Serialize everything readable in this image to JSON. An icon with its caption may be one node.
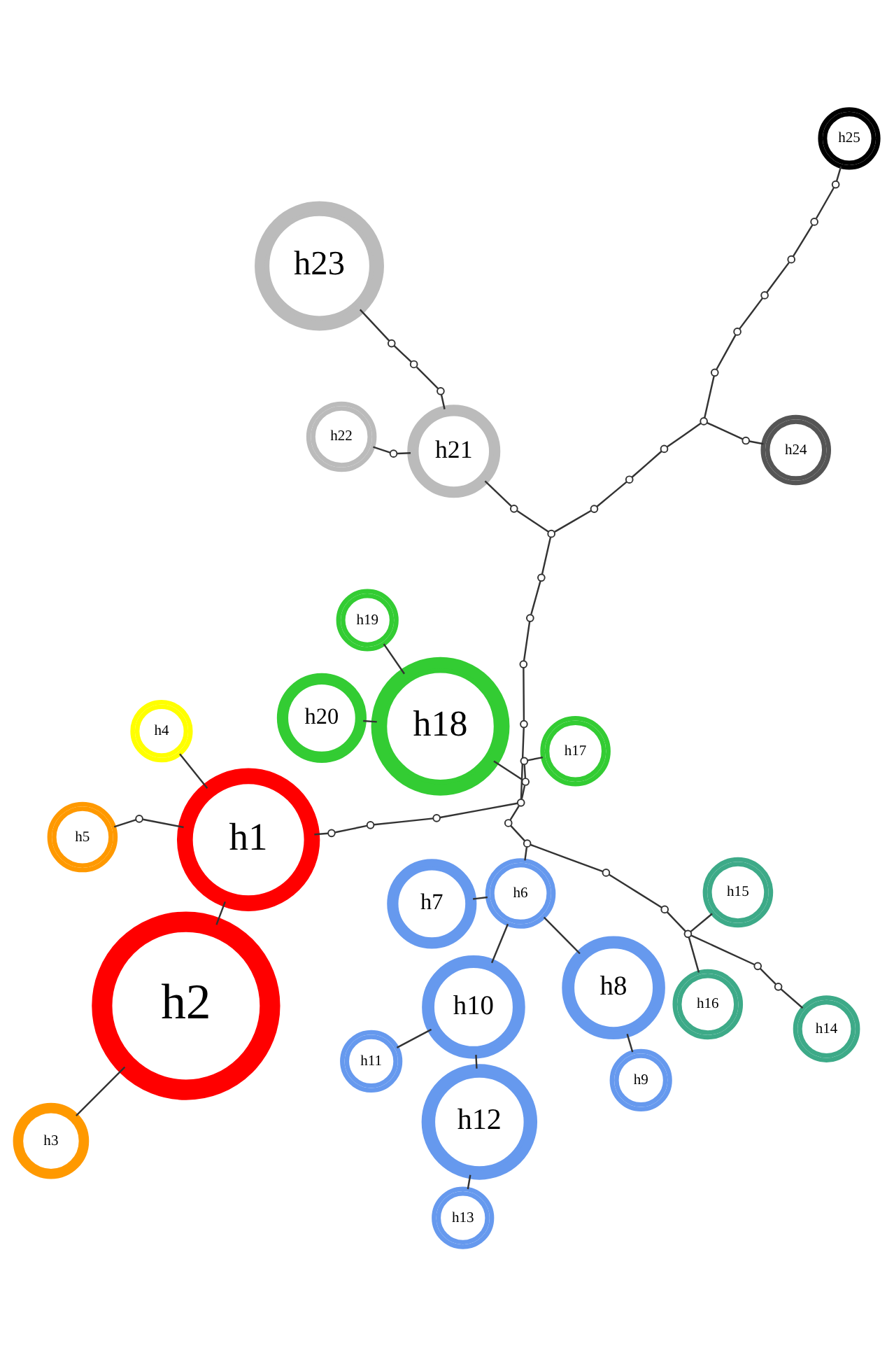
{
  "diagram": {
    "nodes": [
      {
        "text": [
          "h1"
        ]
      },
      {
        "text": [
          "h2"
        ]
      },
      {
        "text": [
          "h3"
        ]
      },
      {
        "text": [
          "h4"
        ]
      },
      {
        "text": [
          "h5"
        ]
      },
      {
        "text": [
          "h6"
        ]
      },
      {
        "text": [
          "h7"
        ]
      },
      {
        "text": [
          "h8"
        ]
      },
      {
        "text": [
          "h9"
        ]
      },
      {
        "text": [
          "h10"
        ]
      },
      {
        "text": [
          "h11"
        ]
      },
      {
        "text": [
          "h12"
        ]
      },
      {
        "text": [
          "h13"
        ]
      },
      {
        "text": [
          "h14"
        ]
      },
      {
        "text": [
          "h15"
        ]
      },
      {
        "text": [
          "h16"
        ]
      },
      {
        "text": [
          "h17"
        ]
      },
      {
        "text": [
          "h18"
        ]
      },
      {
        "text": [
          "h19"
        ]
      },
      {
        "text": [
          "h20"
        ]
      },
      {
        "text": [
          "h21"
        ]
      },
      {
        "text": [
          "h22"
        ]
      },
      {
        "text": [
          "h23"
        ]
      },
      {
        "text": [
          "h24"
        ]
      },
      {
        "text": [
          "h25"
        ]
      },
      {
        "text": [],
        "shape": "circle"
      },
      {
        "text": [],
        "shape": "circle"
      },
      {
        "text": [],
        "shape": "circle"
      },
      {
        "text": [],
        "shape": "circle"
      },
      {
        "text": [],
        "shape": "circle"
      },
      {
        "text": [],
        "shape": "circle"
      },
      {
        "text": [],
        "shape": "circle"
      },
      {
        "text": [],
        "shape": "circle"
      },
      {
        "text": [],
        "shape": "circle"
      },
      {
        "text": [],
        "shape": "circle"
      },
      {
        "text": [],
        "shape": "circle"
      },
      {
        "text": [],
        "shape": "circle"
      },
      {
        "text": [],
        "shape": "circle"
      },
      {
        "text": [],
        "shape": "circle"
      },
      {
        "text": [],
        "shape": "circle"
      },
      {
        "text": [],
        "shape": "circle"
      },
      {
        "text": [],
        "shape": "circle"
      },
      {
        "text": [],
        "shape": "circle"
      },
      {
        "text": [],
        "shape": "circle"
      },
      {
        "text": [],
        "shape": "circle"
      },
      {
        "text": [],
        "shape": "circle"
      },
      {
        "text": [],
        "shape": "circle"
      },
      {
        "text": [],
        "shape": "circle"
      },
      {
        "text": [],
        "shape": "circle"
      },
      {
        "text": [],
        "shape": "circle"
      },
      {
        "text": [],
        "shape": "circle"
      },
      {
        "text": [],
        "shape": "circle"
      },
      {
        "text": [],
        "shape": "circle"
      },
      {
        "text": [],
        "shape": "circle"
      },
      {
        "text": [],
        "shape": "circle"
      },
      {
        "text": [],
        "shape": "circle"
      },
      {
        "text": [],
        "shape": "circle"
      },
      {
        "text": [],
        "shape": "circle"
      },
      {
        "text": [],
        "shape": "circle"
      },
      {
        "text": [],
        "shape": "circle"
      }
    ],
    "edges": [
      {
        "from": 11,
        "to": 12,
        "arrow": "none"
      },
      {
        "from": 11,
        "to": 9,
        "arrow": "none"
      },
      {
        "from": 9,
        "to": 10,
        "arrow": "none"
      },
      {
        "from": 9,
        "to": 5,
        "arrow": "none"
      },
      {
        "from": 5,
        "to": 7,
        "arrow": "none"
      },
      {
        "from": 7,
        "to": 8,
        "arrow": "none"
      },
      {
        "from": 5,
        "to": 6,
        "arrow": "none"
      },
      {
        "from": 5,
        "to": 25,
        "arrow": "none"
      },
      {
        "from": 25,
        "to": 26,
        "arrow": "none"
      },
      {
        "from": 26,
        "to": 27,
        "arrow": "none"
      },
      {
        "from": 27,
        "to": 28,
        "arrow": "none"
      },
      {
        "from": 28,
        "to": 29,
        "arrow": "none"
      },
      {
        "from": 29,
        "to": 30,
        "arrow": "none"
      },
      {
        "from": 30,
        "to": 13,
        "arrow": "none"
      },
      {
        "from": 28,
        "to": 14,
        "arrow": "none"
      },
      {
        "from": 28,
        "to": 15,
        "arrow": "none"
      },
      {
        "from": 25,
        "to": 31,
        "arrow": "none"
      },
      {
        "from": 31,
        "to": 32,
        "arrow": "none"
      },
      {
        "from": 32,
        "to": 33,
        "arrow": "none"
      },
      {
        "from": 33,
        "to": 34,
        "arrow": "none"
      },
      {
        "from": 34,
        "to": 35,
        "arrow": "none"
      },
      {
        "from": 35,
        "to": 0,
        "arrow": "none"
      },
      {
        "from": 32,
        "to": 36,
        "arrow": "none"
      },
      {
        "from": 36,
        "to": 37,
        "arrow": "none"
      },
      {
        "from": 37,
        "to": 16,
        "arrow": "none"
      },
      {
        "from": 36,
        "to": 17,
        "arrow": "none"
      },
      {
        "from": 17,
        "to": 18,
        "arrow": "none"
      },
      {
        "from": 17,
        "to": 19,
        "arrow": "none"
      },
      {
        "from": 32,
        "to": 38,
        "arrow": "none"
      },
      {
        "from": 38,
        "to": 39,
        "arrow": "none"
      },
      {
        "from": 39,
        "to": 40,
        "arrow": "none"
      },
      {
        "from": 40,
        "to": 41,
        "arrow": "none"
      },
      {
        "from": 41,
        "to": 42,
        "arrow": "none"
      },
      {
        "from": 42,
        "to": 43,
        "arrow": "none"
      },
      {
        "from": 43,
        "to": 20,
        "arrow": "none"
      },
      {
        "from": 42,
        "to": 44,
        "arrow": "none"
      },
      {
        "from": 44,
        "to": 45,
        "arrow": "none"
      },
      {
        "from": 45,
        "to": 46,
        "arrow": "none"
      },
      {
        "from": 46,
        "to": 47,
        "arrow": "none"
      },
      {
        "from": 47,
        "to": 48,
        "arrow": "none"
      },
      {
        "from": 48,
        "to": 23,
        "arrow": "none"
      },
      {
        "from": 47,
        "to": 49,
        "arrow": "none"
      },
      {
        "from": 49,
        "to": 50,
        "arrow": "none"
      },
      {
        "from": 50,
        "to": 51,
        "arrow": "none"
      },
      {
        "from": 51,
        "to": 52,
        "arrow": "none"
      },
      {
        "from": 52,
        "to": 53,
        "arrow": "none"
      },
      {
        "from": 53,
        "to": 54,
        "arrow": "none"
      },
      {
        "from": 54,
        "to": 24,
        "arrow": "none"
      },
      {
        "from": 20,
        "to": 55,
        "arrow": "none"
      },
      {
        "from": 55,
        "to": 21,
        "arrow": "none"
      },
      {
        "from": 20,
        "to": 56,
        "arrow": "none"
      },
      {
        "from": 56,
        "to": 57,
        "arrow": "none"
      },
      {
        "from": 57,
        "to": 58,
        "arrow": "none"
      },
      {
        "from": 58,
        "to": 22,
        "arrow": "none"
      },
      {
        "from": 1,
        "to": 0,
        "arrow": "none"
      },
      {
        "from": 1,
        "to": 2,
        "arrow": "none"
      },
      {
        "from": 0,
        "to": 3,
        "arrow": "none"
      },
      {
        "from": 0,
        "to": 59,
        "arrow": "none"
      },
      {
        "from": 59,
        "to": 4,
        "arrow": "none"
      }
    ]
  }
}
